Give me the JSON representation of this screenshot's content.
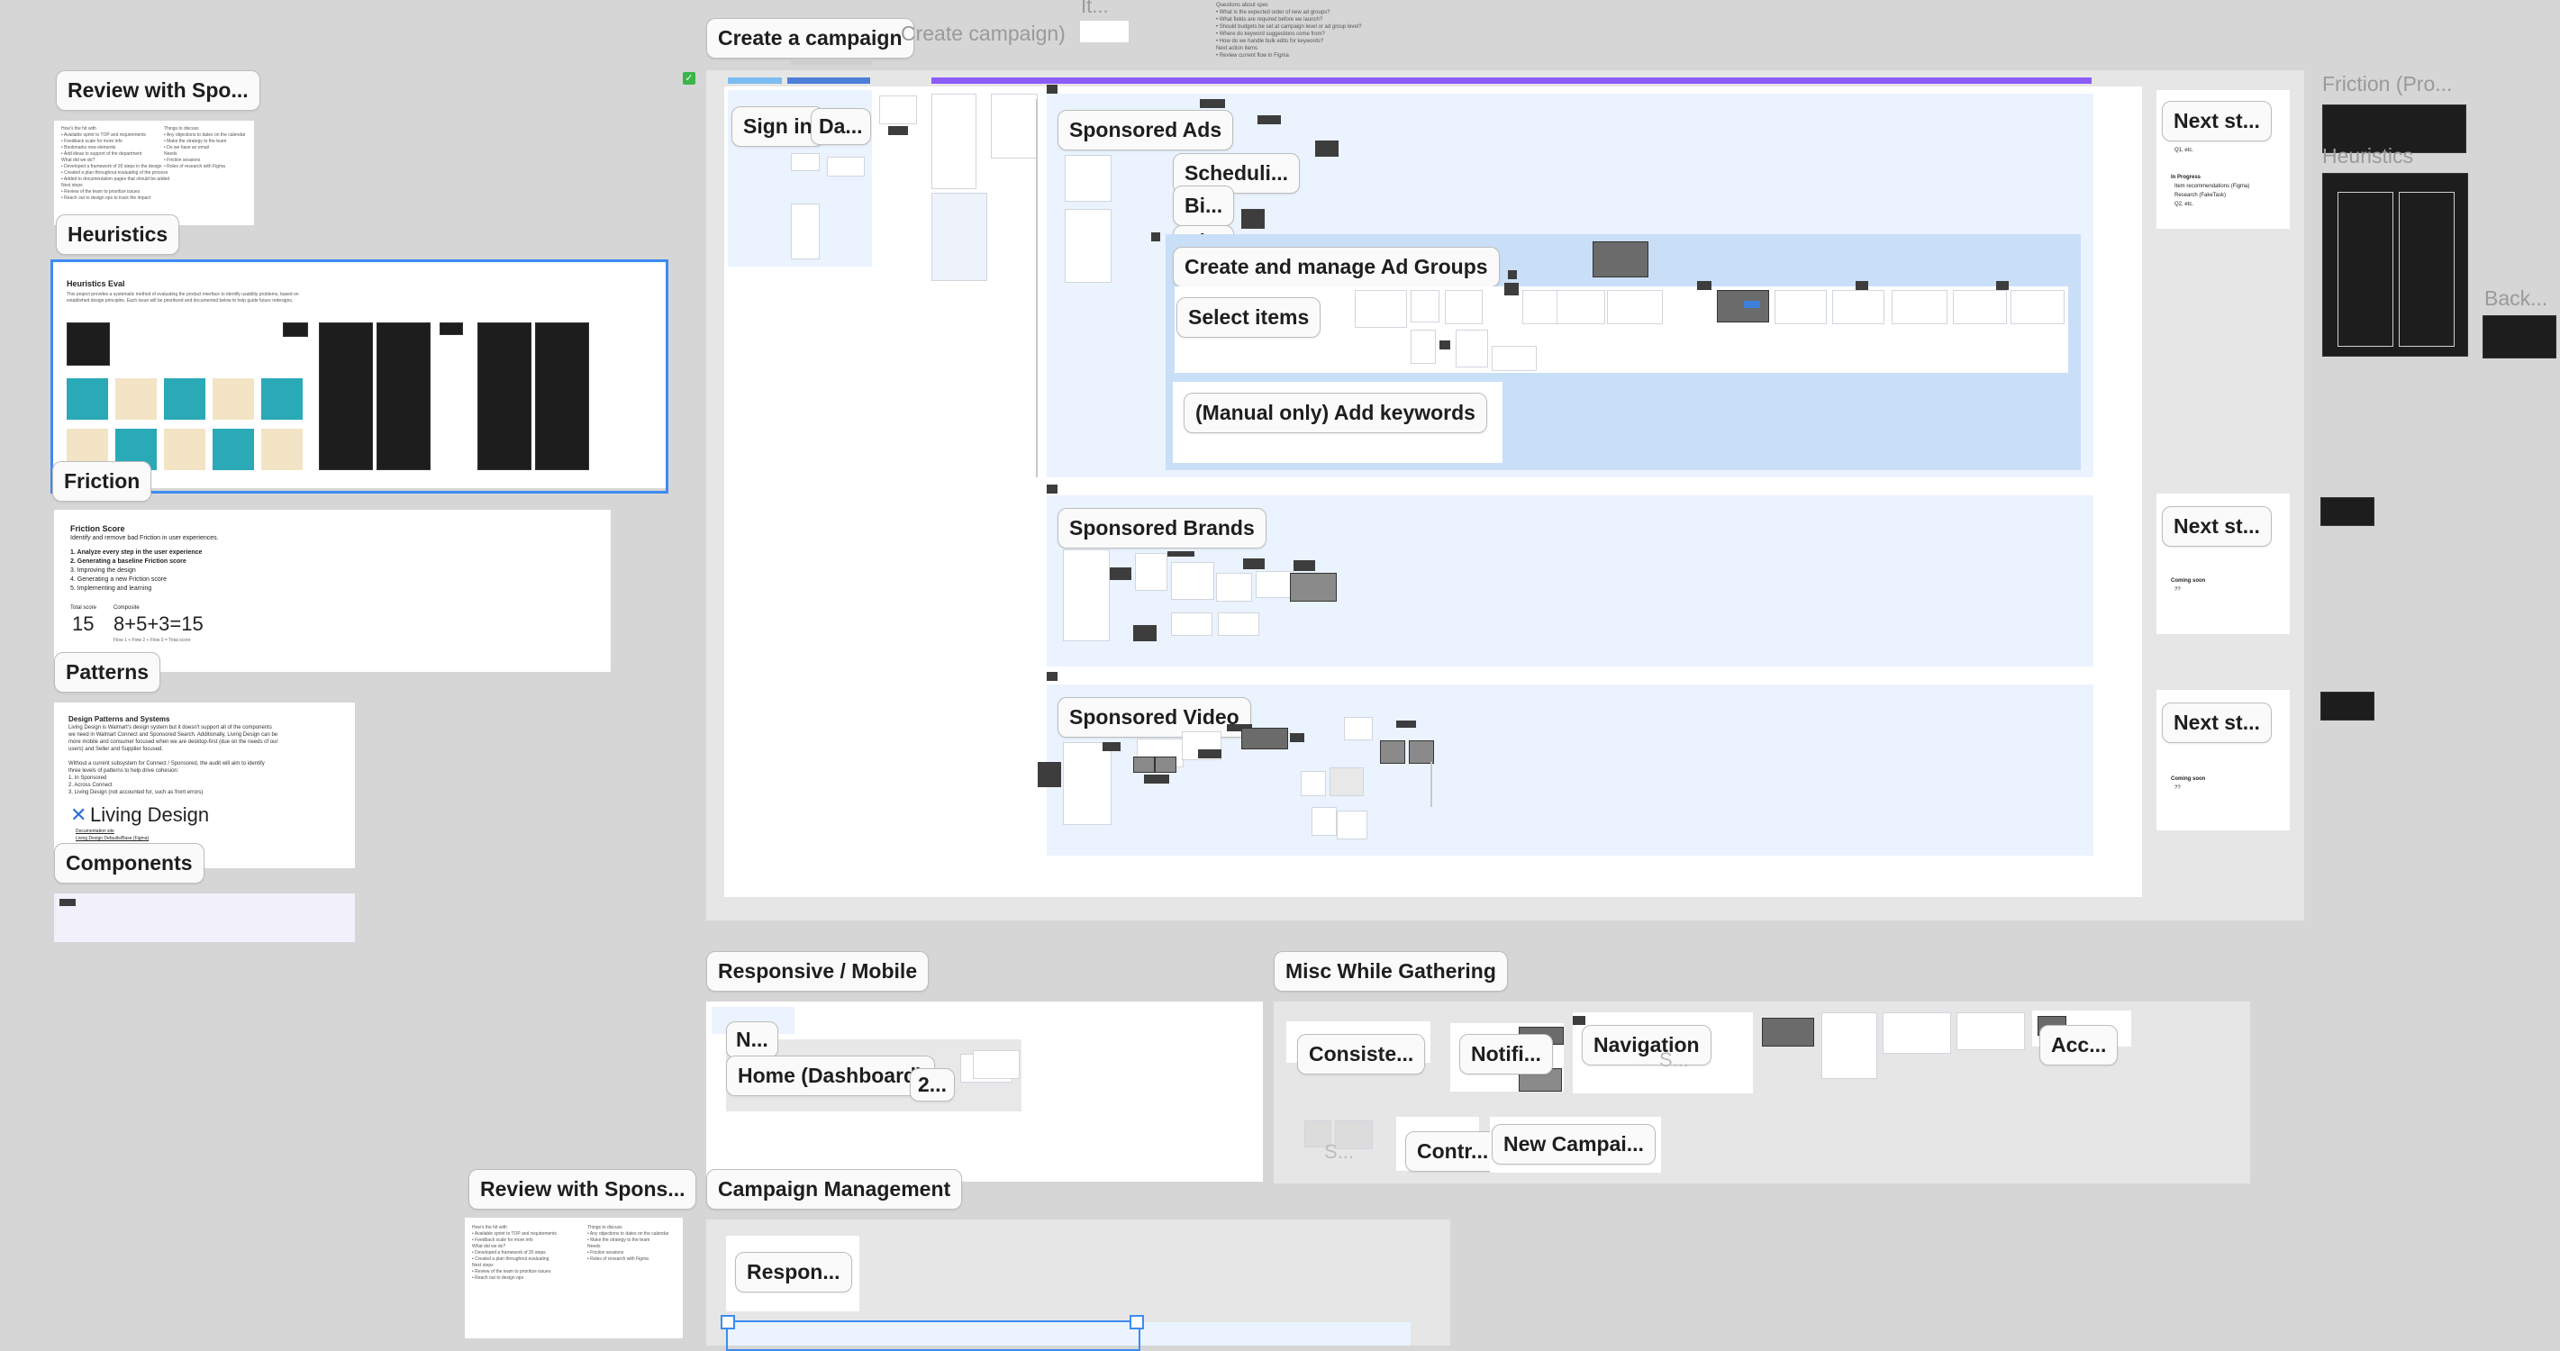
{
  "canvas": {
    "top_labels": {
      "ellipsis": "It...",
      "create_campaign": "Create a campaign",
      "create_campaign_ghost": "Create campaign)"
    },
    "left_column": {
      "review": "Review with Spo...",
      "heuristics": "Heuristics",
      "friction": "Friction",
      "patterns": "Patterns",
      "components": "Components",
      "friction_card": {
        "title": "Friction Score",
        "subtitle": "Identify and remove bad Friction in user experiences.",
        "steps": [
          "1. Analyze every step in the user experience",
          "2. Generating a baseline Friction score",
          "3. Improving the design",
          "4. Generating a new Friction score",
          "5. Implementing and learning"
        ],
        "total_label": "Total score",
        "total_value": "15",
        "composite_label": "Composite",
        "composite_value": "8+5+3=15",
        "composite_note": "Flow 1 + Flow 2 + Flow 3 = Total score"
      },
      "heuristics_card": {
        "title": "Heuristics Eval"
      },
      "patterns_card": {
        "title": "Design Patterns and Systems",
        "body": "Living Design is Walmart's design system but it doesn't support all of the components\nwe need in Walmart Connect and Sponsored Search. Additionally, Living Design can be\nmore mobile and consumer focused when we are desktop-first (due on the needs of our\nusers) and Seller and Supplier focused.\n\nWithout a current subsystem for Connect / Sponsored, the audit will aim to identify\nthree levels of patterns to help drive cohesion:\n1. In Sponsored\n2. Across Connect\n3. Living Design (not accounted for, such as front errors)",
        "logo_text": "Living Design",
        "links": [
          "Documentation site",
          "Living Design Defaults/Base (Figma)"
        ]
      }
    },
    "main_frame": {
      "sign_in": "Sign in",
      "da": "Da...",
      "sponsored_ads": "Sponsored Ads",
      "scheduling": "Scheduli...",
      "bi1": "Bi...",
      "bi2": "Bi...",
      "ad_groups": "Create and manage Ad Groups",
      "select_items": "Select items",
      "add_keywords": "(Manual only) Add keywords",
      "sponsored_brands": "Sponsored Brands",
      "sponsored_video": "Sponsored Video"
    },
    "next_steps": [
      {
        "label": "Next st...",
        "lines": [
          "Q1, etc."
        ],
        "progress_title": "In Progress",
        "progress_lines": [
          "Item recommendations (Figma)",
          "Research (FakeTask)",
          "Q2, etc."
        ]
      },
      {
        "label": "Next st...",
        "coming_title": "Coming soon",
        "coming_lines": [
          "??"
        ]
      },
      {
        "label": "Next st...",
        "coming_title": "Coming soon",
        "coming_lines": [
          "??"
        ]
      }
    ],
    "right_column": {
      "friction_ghost": "Friction (Pro...",
      "heuristics_ghost": "Heuristics",
      "back_ghost": "Back..."
    },
    "responsive": {
      "label": "Responsive / Mobile",
      "n": "N...",
      "home": "Home (Dashboard)",
      "two": "2..."
    },
    "misc": {
      "label": "Misc While Gathering",
      "consistency": "Consiste...",
      "notifications": "Notifi...",
      "navigation": "Navigation",
      "acc": "Acc...",
      "s_ghost": "S...",
      "contr": "Contr...",
      "new_campaign": "New Campai..."
    },
    "bottom": {
      "review2": "Review with Spons...",
      "campaign_mgmt": "Campaign Management",
      "respon": "Respon..."
    },
    "colors": {
      "canvas": "#d6d6d6",
      "section_blue": "#eaf3fe",
      "ad_group_blue": "#c9dff8",
      "selection": "#3d8bf2",
      "purple_bar": "#8b5cf6"
    }
  }
}
